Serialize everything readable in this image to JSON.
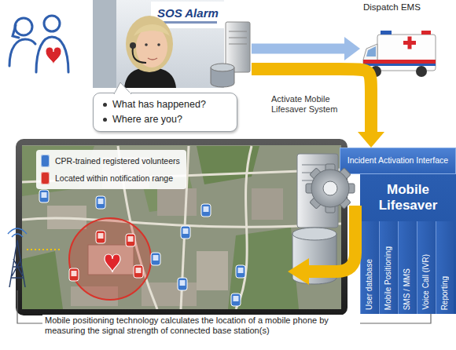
{
  "diagram": {
    "nodes": [
      {
        "text": [
          "SOS Alarm"
        ]
      },
      {
        "text": [
          "Dispatch EMS"
        ]
      },
      {
        "text": [
          "What has happened?",
          "Where are you?"
        ]
      },
      {
        "text": [
          "Mobile Lifesaver"
        ]
      },
      {
        "text": [
          "Incident Activation Interface"
        ],
        "in": 3
      },
      {
        "text": [
          "User database"
        ],
        "in": 3
      },
      {
        "text": [
          "Mobile Positioning"
        ],
        "in": 3
      },
      {
        "text": [
          "SMS / MMS"
        ],
        "in": 3
      },
      {
        "text": [
          "Voice Call (IVR)"
        ],
        "in": 3
      },
      {
        "text": [
          "Reporting"
        ],
        "in": 3
      }
    ],
    "edges": [
      {
        "from": 0,
        "to": 1,
        "arrow": "to"
      },
      {
        "from": 0,
        "to": 4,
        "label": "Activate Mobile Lifesaver System",
        "arrow": "to"
      }
    ],
    "labels": [
      "Mobile positioning technology calculates the location of a mobile phone by measuring the signal strength of connected base station(s)"
    ],
    "legend": [
      {
        "text": "CPR-trained registered volunteers",
        "color": "#3d78cc"
      },
      {
        "text": "Located within notification range",
        "color": "#d8332a"
      }
    ]
  }
}
